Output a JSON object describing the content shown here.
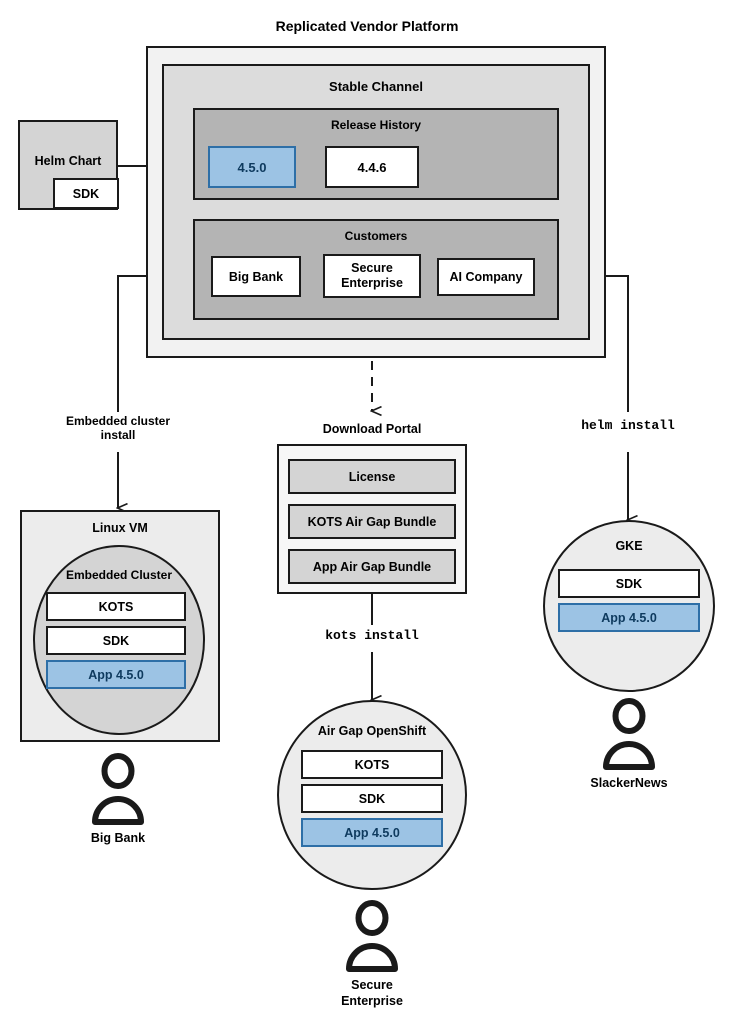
{
  "diagram": {
    "title": "Replicated Vendor Platform",
    "type": "architecture-flow"
  },
  "helm_chart": {
    "label": "Helm Chart",
    "sdk_label": "SDK"
  },
  "platform": {
    "channel": {
      "title": "Stable Channel"
    },
    "release_history": {
      "title": "Release History",
      "releases": [
        {
          "version": "4.5.0",
          "highlighted": true
        },
        {
          "version": "4.4.6",
          "highlighted": false
        }
      ]
    },
    "customers": {
      "title": "Customers",
      "items": [
        {
          "name": "Big Bank"
        },
        {
          "name": "Secure\nEnterprise"
        },
        {
          "name": "AI Company"
        }
      ]
    }
  },
  "connectors": {
    "embedded_install": "Embedded cluster\ninstall",
    "helm_install": "helm install",
    "kots_install": "kots install"
  },
  "download_portal": {
    "title": "Download Portal",
    "artifacts": [
      {
        "label": "License"
      },
      {
        "label": "KOTS Air Gap Bundle"
      },
      {
        "label": "App Air Gap Bundle"
      }
    ]
  },
  "targets": [
    {
      "id": "linux-vm",
      "title": "Linux VM",
      "inner_title": "Embedded Cluster",
      "components": [
        {
          "label": "KOTS",
          "style": "white"
        },
        {
          "label": "SDK",
          "style": "white"
        },
        {
          "label": "App 4.5.0",
          "style": "blue"
        }
      ],
      "persona": "Big Bank"
    },
    {
      "id": "air-gap-openshift",
      "title": "Air Gap OpenShift",
      "components": [
        {
          "label": "KOTS",
          "style": "white"
        },
        {
          "label": "SDK",
          "style": "white"
        },
        {
          "label": "App 4.5.0",
          "style": "blue"
        }
      ],
      "persona": "Secure\nEnterprise"
    },
    {
      "id": "gke",
      "title": "GKE",
      "components": [
        {
          "label": "SDK",
          "style": "white"
        },
        {
          "label": "App 4.5.0",
          "style": "blue"
        }
      ],
      "persona": "SlackerNews"
    }
  ],
  "colors": {
    "highlight_fill": "#9CC3E4",
    "highlight_border": "#2E6FA7",
    "highlight_text": "#0E3A5E",
    "platform_outer": "#F2F2F2",
    "channel": "#DCDCDC",
    "section": "#B4B4B4",
    "component_gray": "#D4D4D4",
    "node_light": "#ECECEC",
    "stroke": "#1a1a1a"
  }
}
